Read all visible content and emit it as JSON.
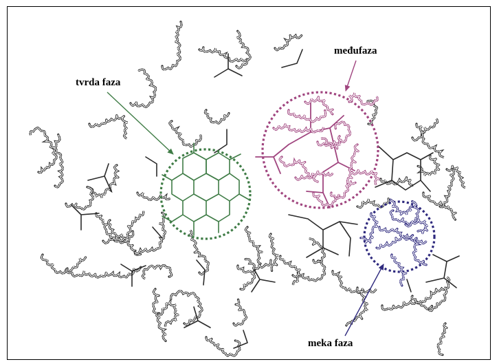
{
  "labels": {
    "hard_phase": "tvrda faza",
    "interphase": "međufaza",
    "soft_phase": "meka faza"
  },
  "colors": {
    "hard_phase": "#3f7c46",
    "interphase": "#a0457f",
    "soft_phase": "#2f2a7e",
    "chains": "#2a2a2a",
    "frame": "#000000"
  }
}
